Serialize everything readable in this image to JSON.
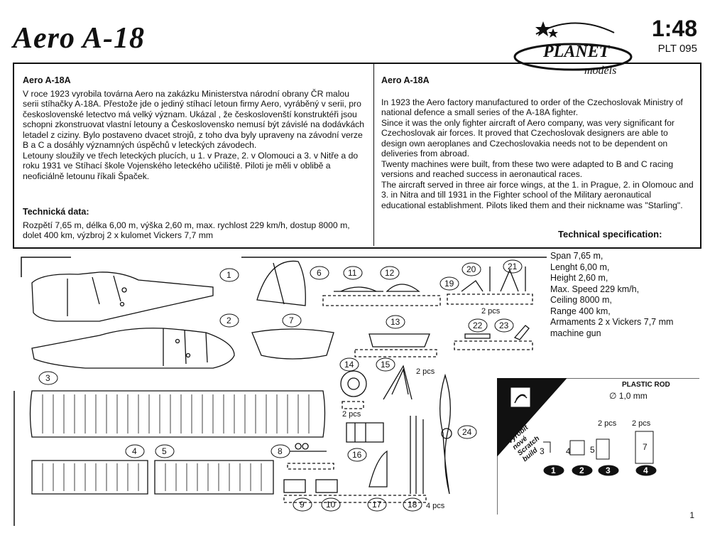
{
  "header": {
    "title": "Aero A-18",
    "scale": "1:48",
    "code": "PLT 095",
    "logo_text": "PLANET models"
  },
  "czech": {
    "heading": "Aero A-18A",
    "text": "V roce 1923 vyrobila továrna Aero na zakázku Ministerstva národní obrany ČR malou serii stíhačky A-18A. Přestože jde o jediný stíhací letoun firmy Aero, vyráběný v serii, pro československé letectvo má velký význam. Ukázal , že českoslovenští konstruktéři jsou schopni zkonstruovat vlastní letouny a Československo nemusí být závislé na dodávkách letadel z ciziny. Bylo postaveno dvacet strojů, z toho dva byly upraveny na závodní verze B a C a dosáhly významných úspěchů v leteckých závodech.\nLetouny sloužily ve třech leteckých plucích, u 1. v Praze, 2. v Olomouci a 3. v Nitře a do roku 1931 ve Stíhací škole Vojenského leteckého učiliště. Piloti je měli v oblibě a neoficiálně letounu říkali Špaček.",
    "data_heading": "Technická data:",
    "data_text": "Rozpětí 7,65 m, délka 6,00 m, výška 2,60 m, max. rychlost 229 km/h, dostup 8000 m, dolet 400 km, výzbroj 2 x kulomet Vickers 7,7 mm"
  },
  "english": {
    "heading": "Aero A-18A",
    "text": "In 1923 the Aero factory manufactured to order of the Czechoslovak Ministry of national defence a small series of the A-18A fighter.\nSince it was the only fighter aircraft of Aero company, was very significant for Czechoslovak air forces. It proved that  Czechoslovak designers are able to design own aeroplanes and Czechoslovakia needs not to be dependent on deliveries from abroad.\nTwenty machines were built, from these two were adapted to B and C racing versions and reached success in aeronautical races.\n   The aircraft served in three air force wings, at the 1. in Prague, 2. in Olomouc and 3. in Nitra and till 1931 in the Fighter school of the Military aeronautical educational establishment. Pilots liked them and their nickname was  \"Starling\".",
    "spec_heading": "Technical specification:",
    "specs": [
      "Span 7,65 m,",
      "Lenght 6,00 m,",
      "Height 2,60 m,",
      "Max. Speed 229 km/h,",
      "Ceiling 8000 m,",
      "Range 400 km,",
      "Armaments 2 x Vickers 7,7 mm",
      "machine gun"
    ]
  },
  "parts": {
    "numbers": [
      "1",
      "2",
      "3",
      "4",
      "5",
      "6",
      "7",
      "8",
      "9",
      "10",
      "11",
      "12",
      "13",
      "14",
      "15",
      "16",
      "17",
      "18",
      "19",
      "20",
      "21",
      "22",
      "23",
      "24"
    ],
    "pcs_labels": [
      "2 pcs",
      "2 pcs",
      "2 pcs",
      "4 pcs"
    ]
  },
  "rod": {
    "label": "PLASTIC ROD",
    "diameter": "∅ 1,0 mm",
    "scratch": "Vyrobit nové Scratch build",
    "pieces": [
      {
        "num": "1",
        "len": "3"
      },
      {
        "num": "2",
        "len": "4"
      },
      {
        "num": "3",
        "len": "5",
        "pcs": "2 pcs"
      },
      {
        "num": "4",
        "len": "7",
        "pcs": "2 pcs"
      }
    ]
  },
  "page_number": "1"
}
